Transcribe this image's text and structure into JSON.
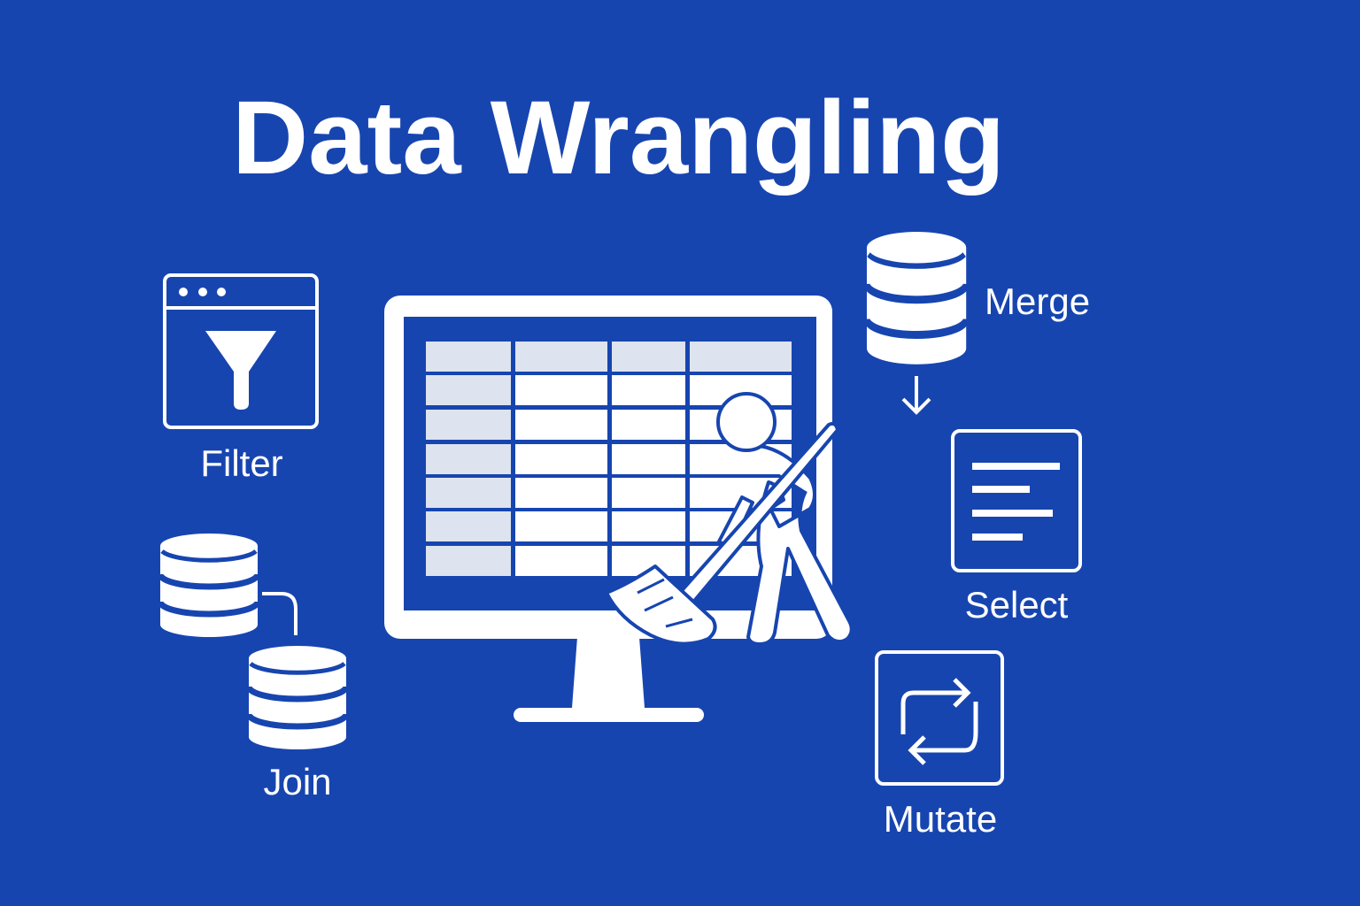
{
  "title": "Data Wrangling",
  "colors": {
    "background": "#1745b0",
    "foreground": "#ffffff",
    "table_header": "#dde3ef"
  },
  "steps": {
    "filter": {
      "label": "Filter",
      "icon": "filter-window-icon"
    },
    "join": {
      "label": "Join",
      "icon": "database-join-icon"
    },
    "merge": {
      "label": "Merge",
      "icon": "database-icon"
    },
    "select": {
      "label": "Select",
      "icon": "list-document-icon"
    },
    "mutate": {
      "label": "Mutate",
      "icon": "swap-arrows-icon"
    }
  },
  "center": {
    "icon": "monitor-spreadsheet-cleaning-icon"
  }
}
